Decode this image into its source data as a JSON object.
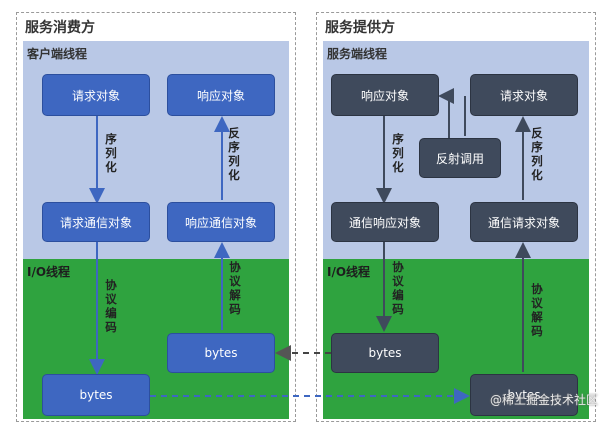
{
  "consumer": {
    "title": "服务消费方",
    "client_zone": "客户端线程",
    "io_zone": "I/O线程",
    "request_object": "请求对象",
    "response_object": "响应对象",
    "request_comm_object": "请求通信对象",
    "response_comm_object": "响应通信对象",
    "serialize": "序列化",
    "deserialize": "反序列化",
    "encode": "协议编码",
    "decode": "协议解码",
    "bytes_bottom": "bytes",
    "bytes_middle": "bytes"
  },
  "provider": {
    "title": "服务提供方",
    "server_zone": "服务端线程",
    "io_zone": "I/O线程",
    "response_object": "响应对象",
    "request_object": "请求对象",
    "reflection_call": "反射调用",
    "response_comm_object": "通信响应对象",
    "request_comm_object": "通信请求对象",
    "serialize": "序列化",
    "deserialize": "反序列化",
    "encode": "协议编码",
    "decode": "协议解码",
    "bytes_middle": "bytes",
    "bytes_bottom": "bytes"
  },
  "watermark": "@稀土掘金技术社区"
}
